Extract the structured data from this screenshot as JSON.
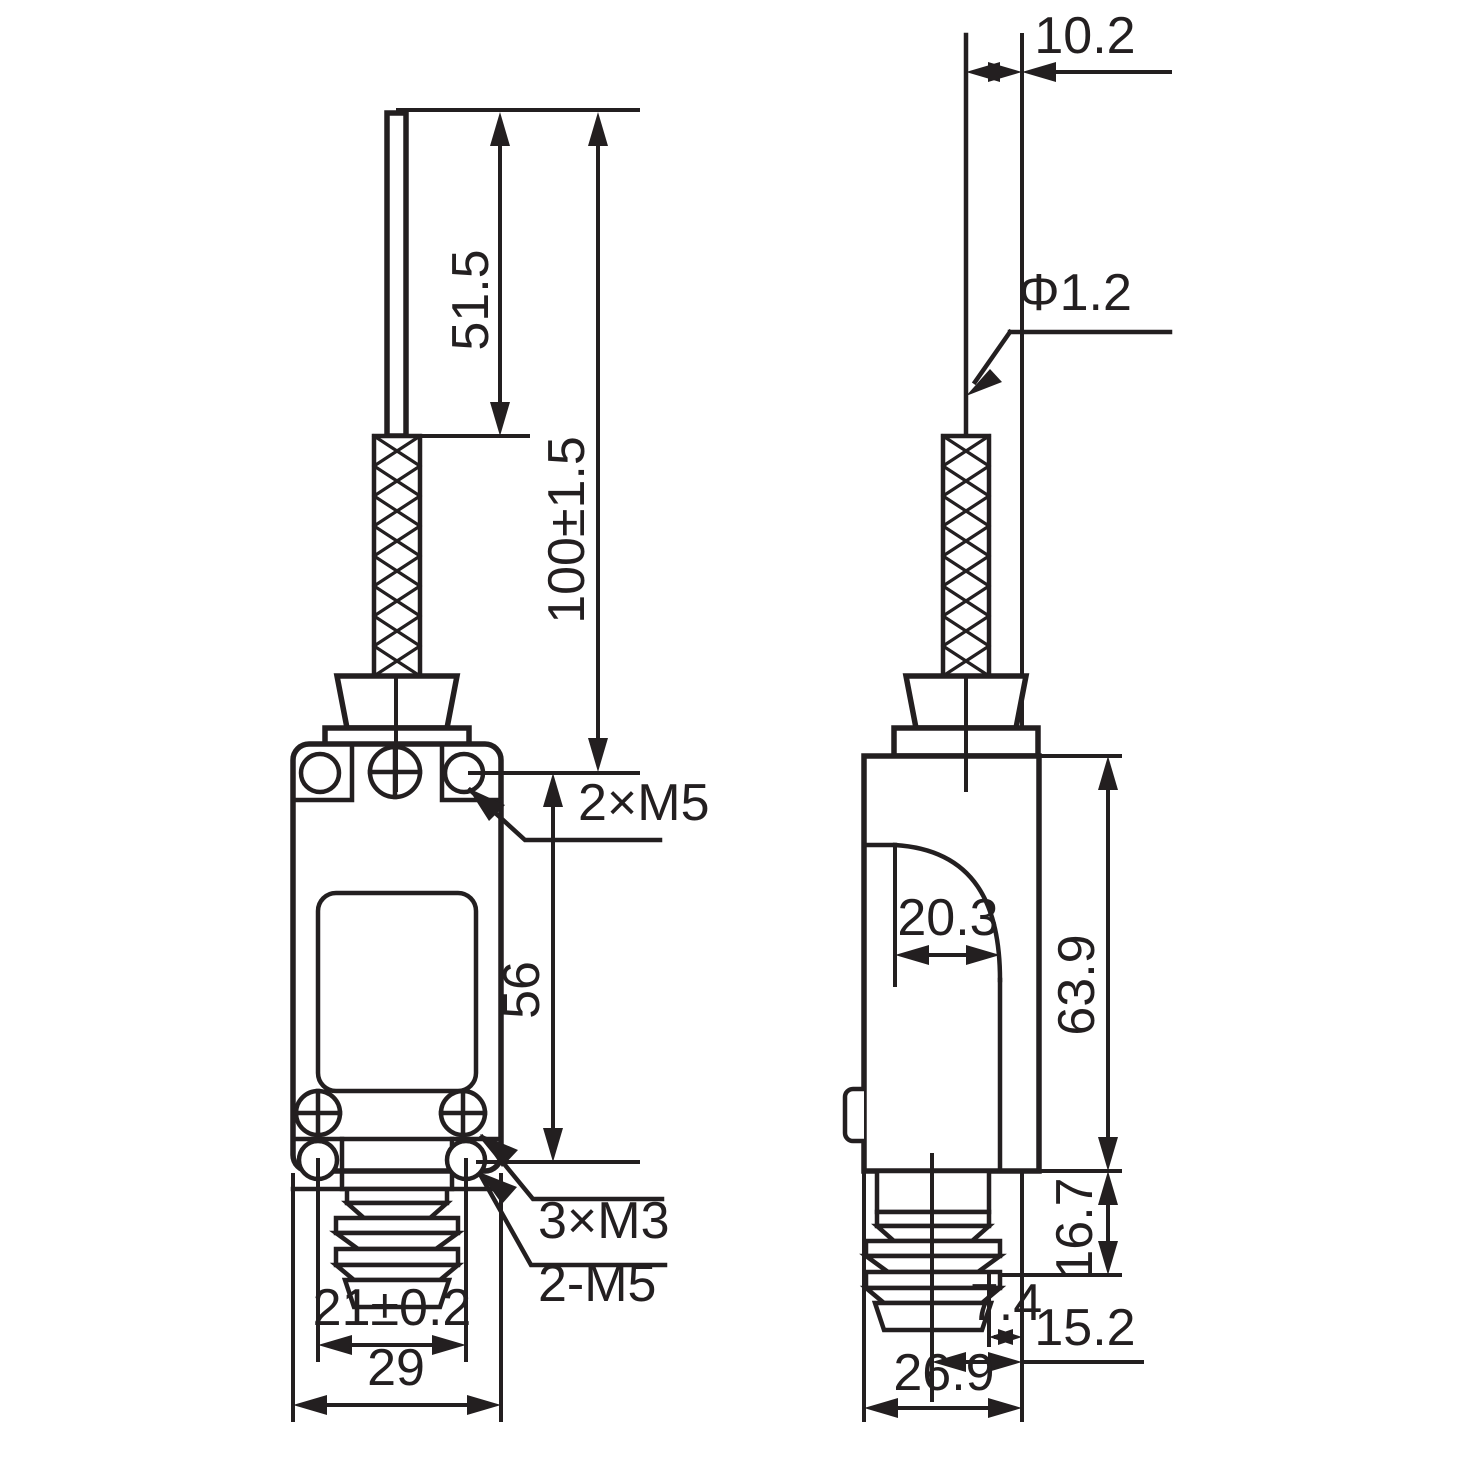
{
  "drawing": {
    "title": "Limit switch outline dimension drawing",
    "units": "mm",
    "line_color": "#231f20",
    "background_color": "#ffffff",
    "views": [
      {
        "name": "front-view",
        "position": "left"
      },
      {
        "name": "side-view",
        "position": "right"
      }
    ]
  },
  "dimensions": {
    "front": {
      "cable_free_length": "51.5",
      "total_rod_length": "100±1.5",
      "body_height": "56",
      "plunger_width": "21±0.2",
      "body_width": "29"
    },
    "side": {
      "offset_top": "10.2",
      "rod_diameter": "Φ1.2",
      "lever_radius": "20.3",
      "body_height": "63.9",
      "bellows_height": "16.7",
      "small_offset": "7.4",
      "edge_offset": "15.2",
      "body_depth": "26.9"
    }
  },
  "callouts": {
    "top_mount_thread": "2×M5",
    "bottom_mount_thread": "3×M3",
    "bottom_thread_alt": "2-M5"
  }
}
